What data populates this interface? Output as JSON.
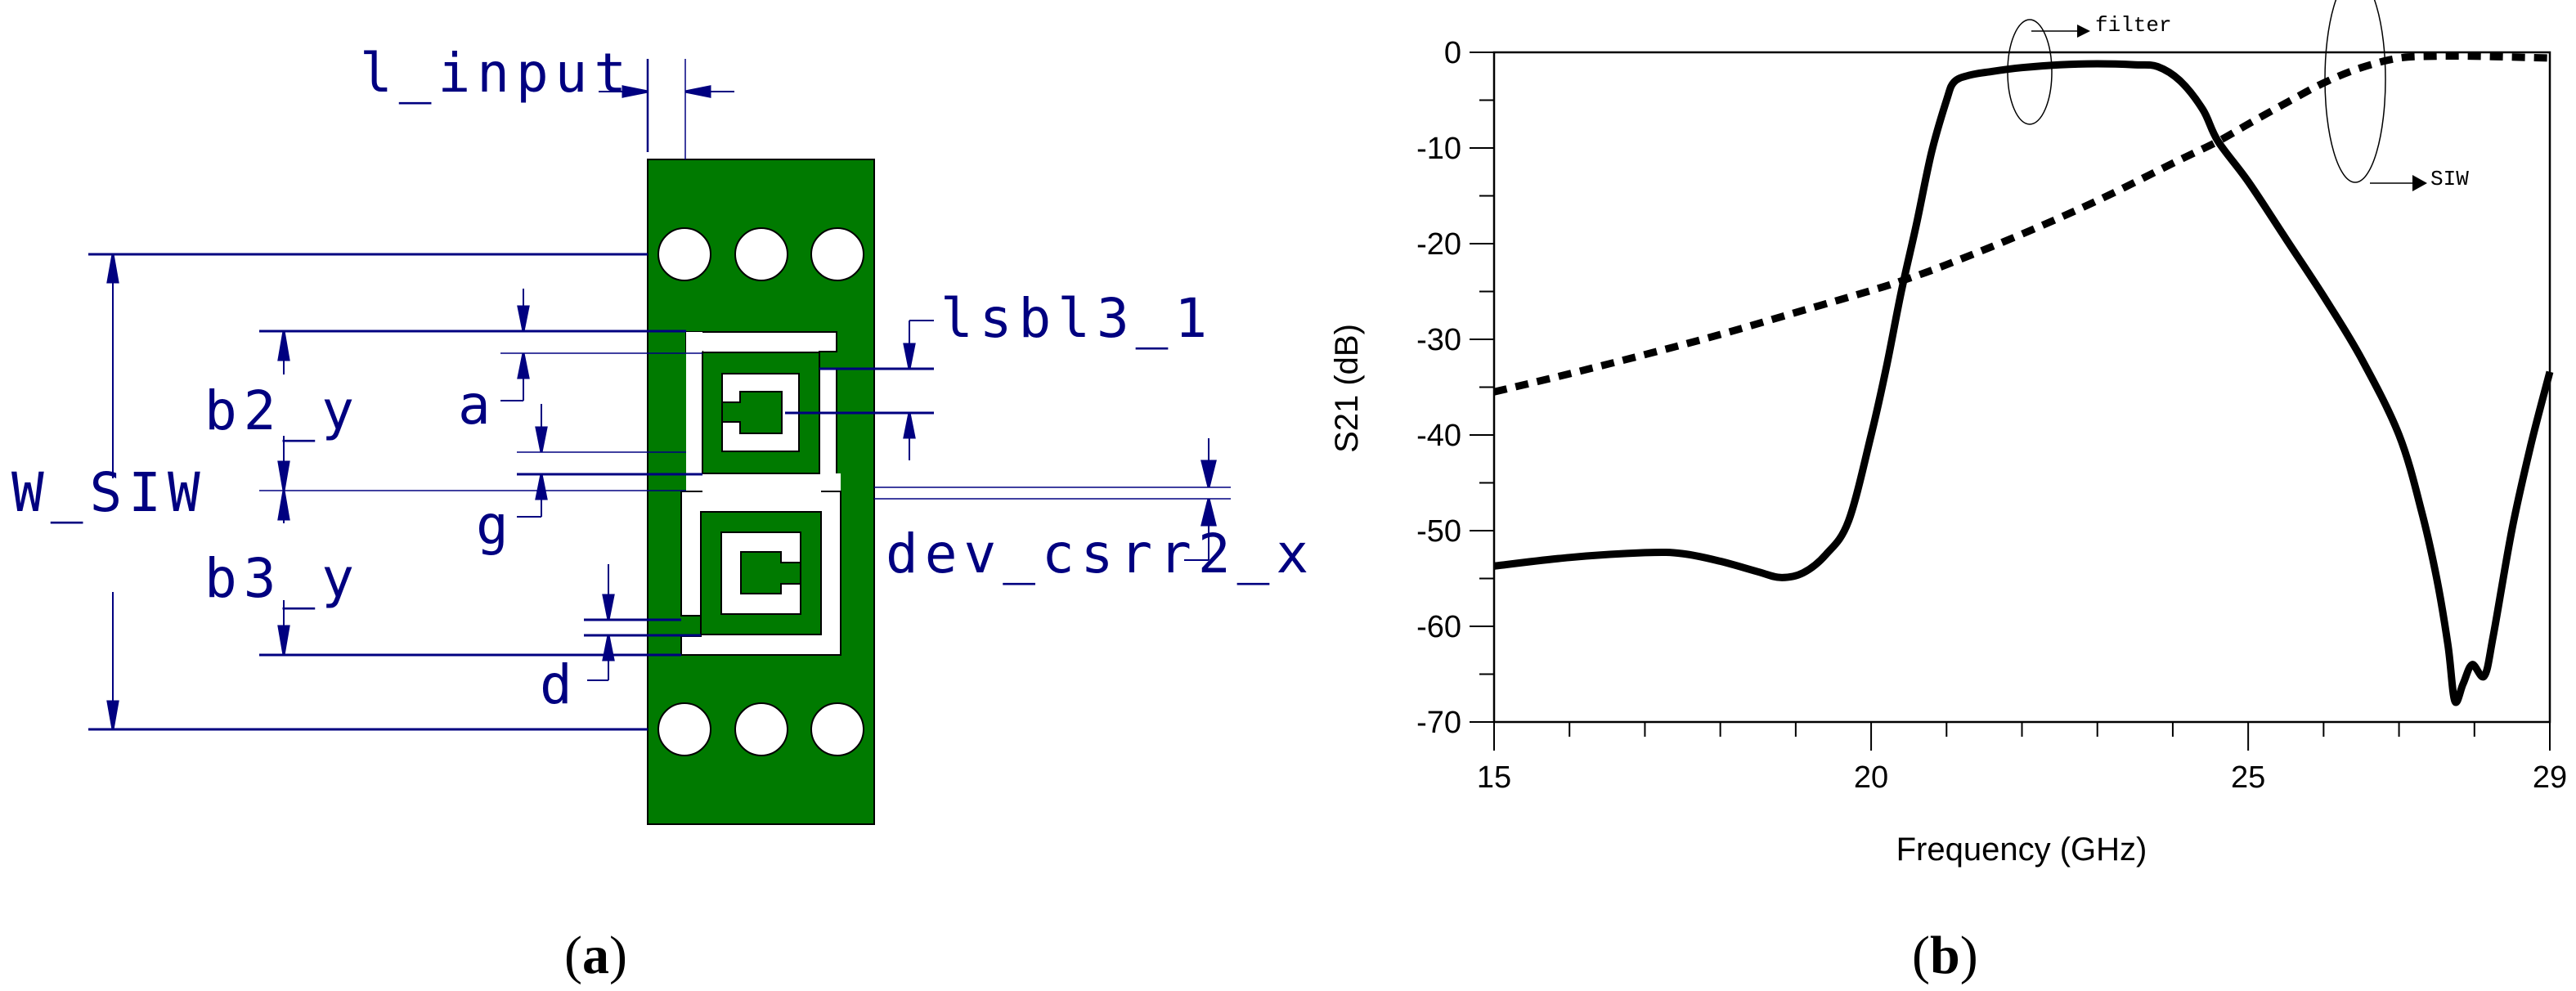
{
  "figure": {
    "panel_a": {
      "label_open": "(",
      "label_letter": "a",
      "label_close": ")",
      "board_color": "#007a00",
      "dimension_color": "#000080",
      "dimensions": {
        "l_input": "l_input",
        "lsbl3_1": "lsbl3_1",
        "b2_y": "b2_y",
        "a": "a",
        "W_SIW": "W_SIW",
        "g": "g",
        "dev_csrr2_x": "dev_csrr2_x",
        "b3_y": "b3_y",
        "d": "d"
      }
    },
    "panel_b": {
      "label_open": "(",
      "label_letter": "b",
      "label_close": ")",
      "annotations": {
        "filter": "filter",
        "siw": "SIW"
      }
    }
  },
  "chart_data": {
    "type": "line",
    "title": "",
    "xlabel": "Frequency (GHz)",
    "ylabel": "S21 (dB)",
    "xlim": [
      15,
      29
    ],
    "ylim": [
      -70,
      0
    ],
    "xticks": [
      15,
      20,
      25,
      29
    ],
    "xticks_minor_step": 1,
    "yticks": [
      0,
      -10,
      -20,
      -30,
      -40,
      -50,
      -60,
      -70
    ],
    "yticks_minor_step": 5,
    "grid": false,
    "legend": "inline annotations with ellipses and arrows (filter, SIW)",
    "series": [
      {
        "name": "filter",
        "style": "solid",
        "x": [
          15,
          16,
          17,
          17.5,
          18,
          18.5,
          18.8,
          19.1,
          19.4,
          19.7,
          20.0,
          20.2,
          20.4,
          20.6,
          20.8,
          21.0,
          21.1,
          21.3,
          21.6,
          22.0,
          22.5,
          23.0,
          23.5,
          23.8,
          24.1,
          24.4,
          24.6,
          25.0,
          25.5,
          26.0,
          26.5,
          27.0,
          27.3,
          27.5,
          27.65,
          27.74,
          27.85,
          27.97,
          28.13,
          28.25,
          28.5,
          28.75,
          29.0
        ],
        "y": [
          -53.7,
          -52.8,
          -52.3,
          -52.4,
          -53.2,
          -54.3,
          -54.9,
          -54.4,
          -52.5,
          -49.0,
          -40.0,
          -33.0,
          -25.0,
          -18.0,
          -10.5,
          -5.0,
          -3.1,
          -2.4,
          -2.0,
          -1.6,
          -1.3,
          -1.2,
          -1.3,
          -1.5,
          -3.0,
          -6.0,
          -9.3,
          -13.5,
          -19.5,
          -25.5,
          -32.0,
          -40.0,
          -48.0,
          -55.0,
          -62.0,
          -67.8,
          -66.0,
          -64.0,
          -65.2,
          -61.0,
          -49.8,
          -41.0,
          -33.4
        ]
      },
      {
        "name": "SIW",
        "style": "dashed",
        "x": [
          15,
          16,
          17,
          18,
          19,
          20,
          20.4,
          21,
          22,
          23,
          24,
          24.6,
          25,
          25.5,
          26,
          26.5,
          27,
          27.5,
          28,
          28.5,
          29
        ],
        "y": [
          -35.5,
          -33.6,
          -31.6,
          -29.5,
          -27.2,
          -24.9,
          -23.9,
          -22.2,
          -19.0,
          -15.5,
          -11.6,
          -9.3,
          -7.5,
          -5.3,
          -3.2,
          -1.6,
          -0.6,
          -0.4,
          -0.4,
          -0.5,
          -0.6
        ]
      }
    ]
  }
}
